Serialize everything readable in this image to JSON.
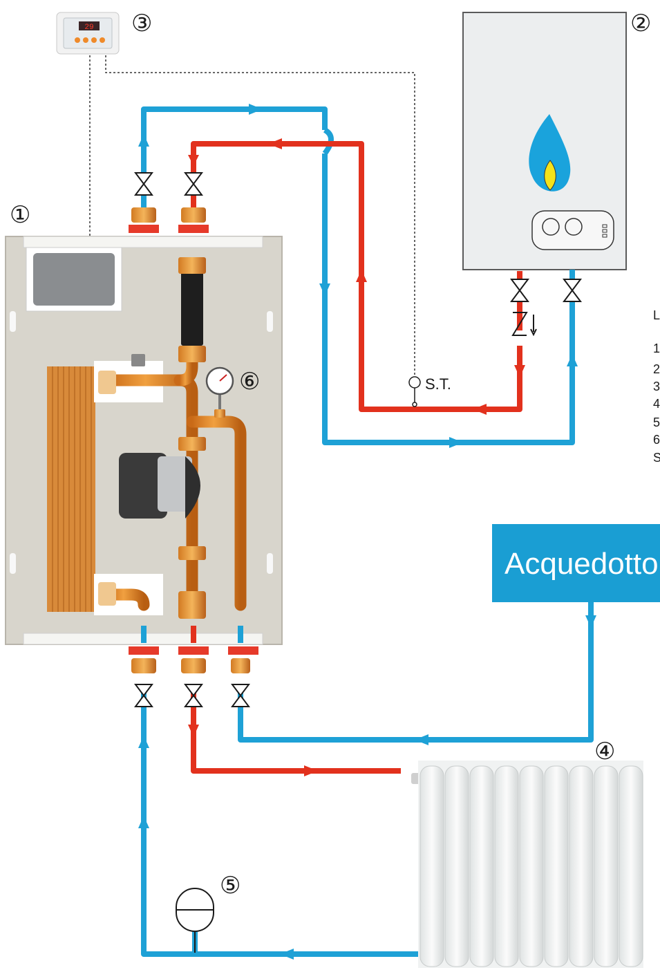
{
  "callouts": {
    "module": "①",
    "boiler": "②",
    "controller": "③",
    "radiator": "④",
    "expansion_tank": "⑤",
    "gauge": "⑥"
  },
  "labels": {
    "sensor": "S.T.",
    "water_supply": "Acquedotto"
  },
  "controller_display": "29",
  "legend_partial": [
    "L",
    "1",
    "2",
    "3",
    "4",
    "5",
    "6",
    "S"
  ],
  "colors": {
    "hot_pipe": "#e2311d",
    "cold_pipe": "#1ea1d6",
    "supply_box": "#1a9ed3",
    "copper": "#e8892a"
  }
}
